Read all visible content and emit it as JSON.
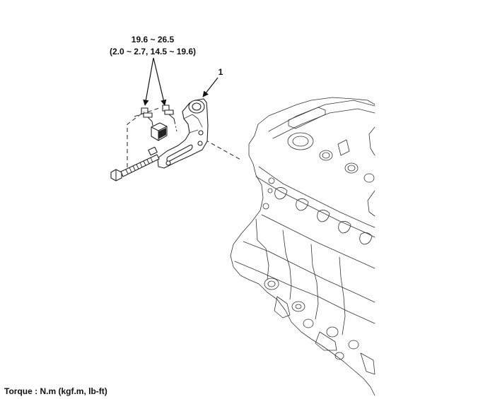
{
  "torque_spec": {
    "line1": "19.6 ~ 26.5",
    "line2": "(2.0 ~ 2.7, 14.5 ~ 19.6)"
  },
  "callout": {
    "number": "1"
  },
  "footer": {
    "torque_units": "Torque : N.m (kgf.m, lb-ft)"
  }
}
